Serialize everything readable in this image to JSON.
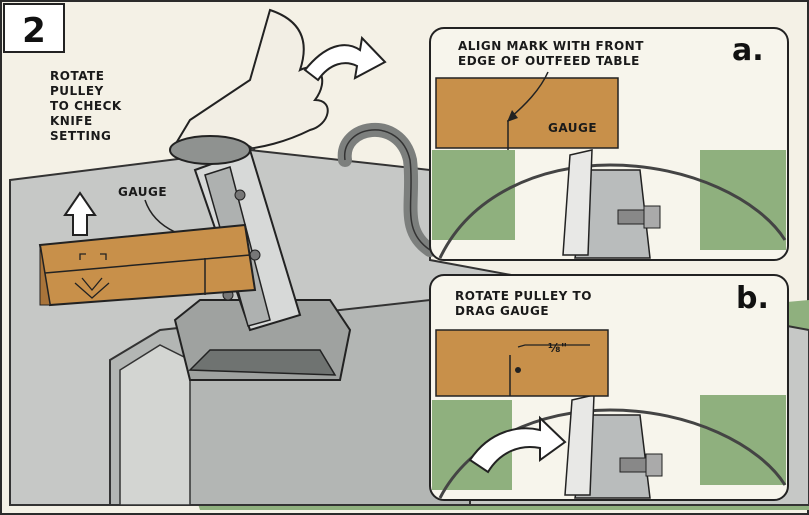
{
  "figure": {
    "step_number": "2",
    "main_note_lines": [
      "ROTATE",
      "PULLEY",
      "TO CHECK",
      "KNIFE",
      "SETTING"
    ],
    "gauge_label": "GAUGE"
  },
  "detail_a": {
    "letter": "a.",
    "note_lines": [
      "ALIGN MARK WITH FRONT",
      "EDGE OF OUTFEED TABLE"
    ],
    "gauge_label": "GAUGE"
  },
  "detail_b": {
    "letter": "b.",
    "note_lines": [
      "ROTATE PULLEY TO",
      "DRAG GAUGE"
    ],
    "dimension": "⅛\""
  },
  "colors": {
    "wood": "#c8904a",
    "table_green": "#8fb07e",
    "metal_gray": "#b9bcbc",
    "paper": "#f4f1e6"
  }
}
